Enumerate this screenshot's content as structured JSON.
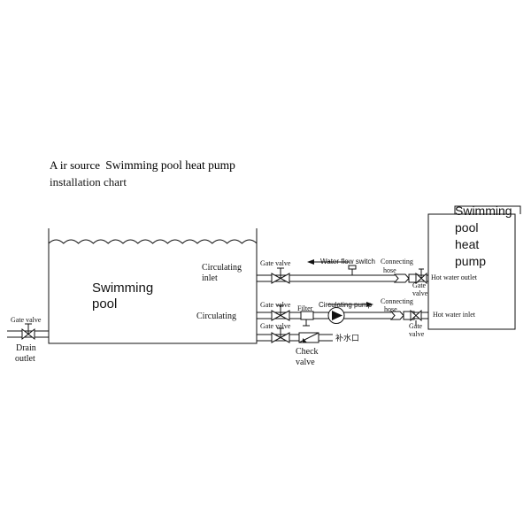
{
  "title": {
    "prefix": "A ir source",
    "bold": "Swimming pool heat pump",
    "line2": "installation chart"
  },
  "pool": {
    "label_line1": "Swimming",
    "label_line2": "pool"
  },
  "heat_pump": {
    "label_lines": [
      "Swimming",
      "pool",
      "heat",
      "pump"
    ]
  },
  "labels": {
    "circulating_inlet_1": "Circulating",
    "circulating_inlet_2": "inlet",
    "circulating": "Circulating",
    "gate_valve": "Gate valve",
    "gate_valve_right_1": "Gate",
    "gate_valve_right_2": "valve",
    "water_flow_switch": "Water flow switch",
    "connecting_hose_1": "Connecting",
    "connecting_hose_2": "hose",
    "hot_water_outlet": "Hot water outlet",
    "hot_water_inlet": "Hot water inlet",
    "filter": "Filter",
    "circulating_pump": "Circulating pump",
    "makeup_water": "补水口",
    "check_valve_1": "Check",
    "check_valve_2": "valve",
    "drain_1": "Drain",
    "drain_2": "outlet"
  }
}
